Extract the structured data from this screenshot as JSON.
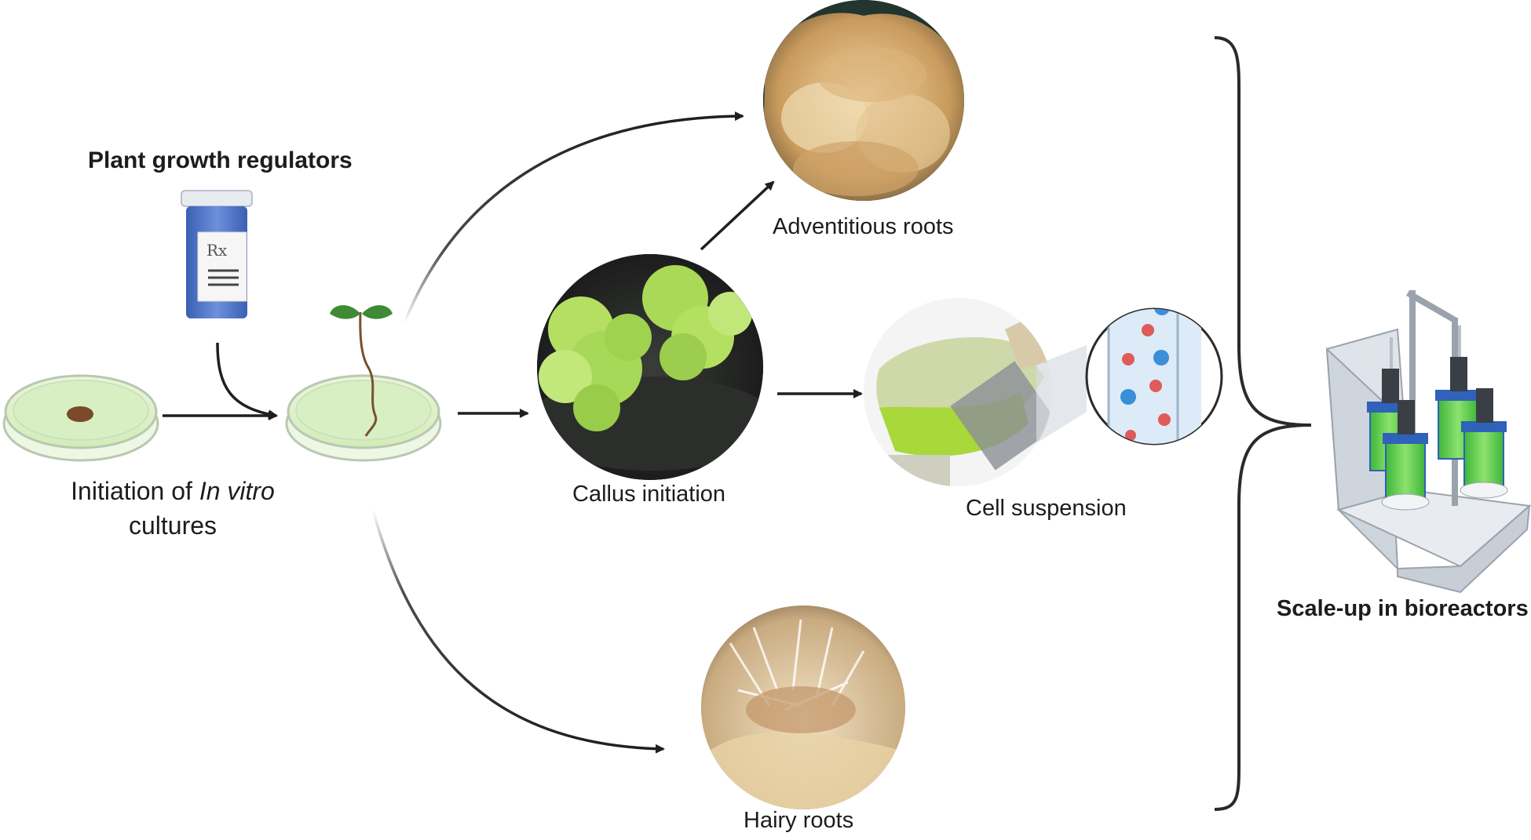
{
  "labels": {
    "plant_growth_regulators": "Plant growth regulators",
    "initiation_prefix": "Initiation of ",
    "initiation_italic": "In vitro",
    "initiation_suffix": "cultures",
    "callus_initiation": "Callus initiation",
    "adventitious_roots": "Adventitious roots",
    "cell_suspension": "Cell suspension",
    "hairy_roots": "Hairy roots",
    "scale_up": "Scale-up in bioreactors"
  },
  "bottle_label": "Rx",
  "colors": {
    "arrow": "#1f1f1f",
    "petri_fill": "#dff2cf",
    "petri_rim": "#b7c9b0",
    "callus": "#a9d65a",
    "adventitious": "#d9b88a",
    "hairy": "#e6d6b8",
    "medium": "#7fd35a",
    "bottle": "#4f73c9",
    "bioreactor_base": "#d8dde3",
    "vessel_green": "#5fd14a",
    "vessel_blue": "#2f62b8",
    "cell_blue": "#3b8ed8",
    "cell_red": "#e05a5a"
  }
}
